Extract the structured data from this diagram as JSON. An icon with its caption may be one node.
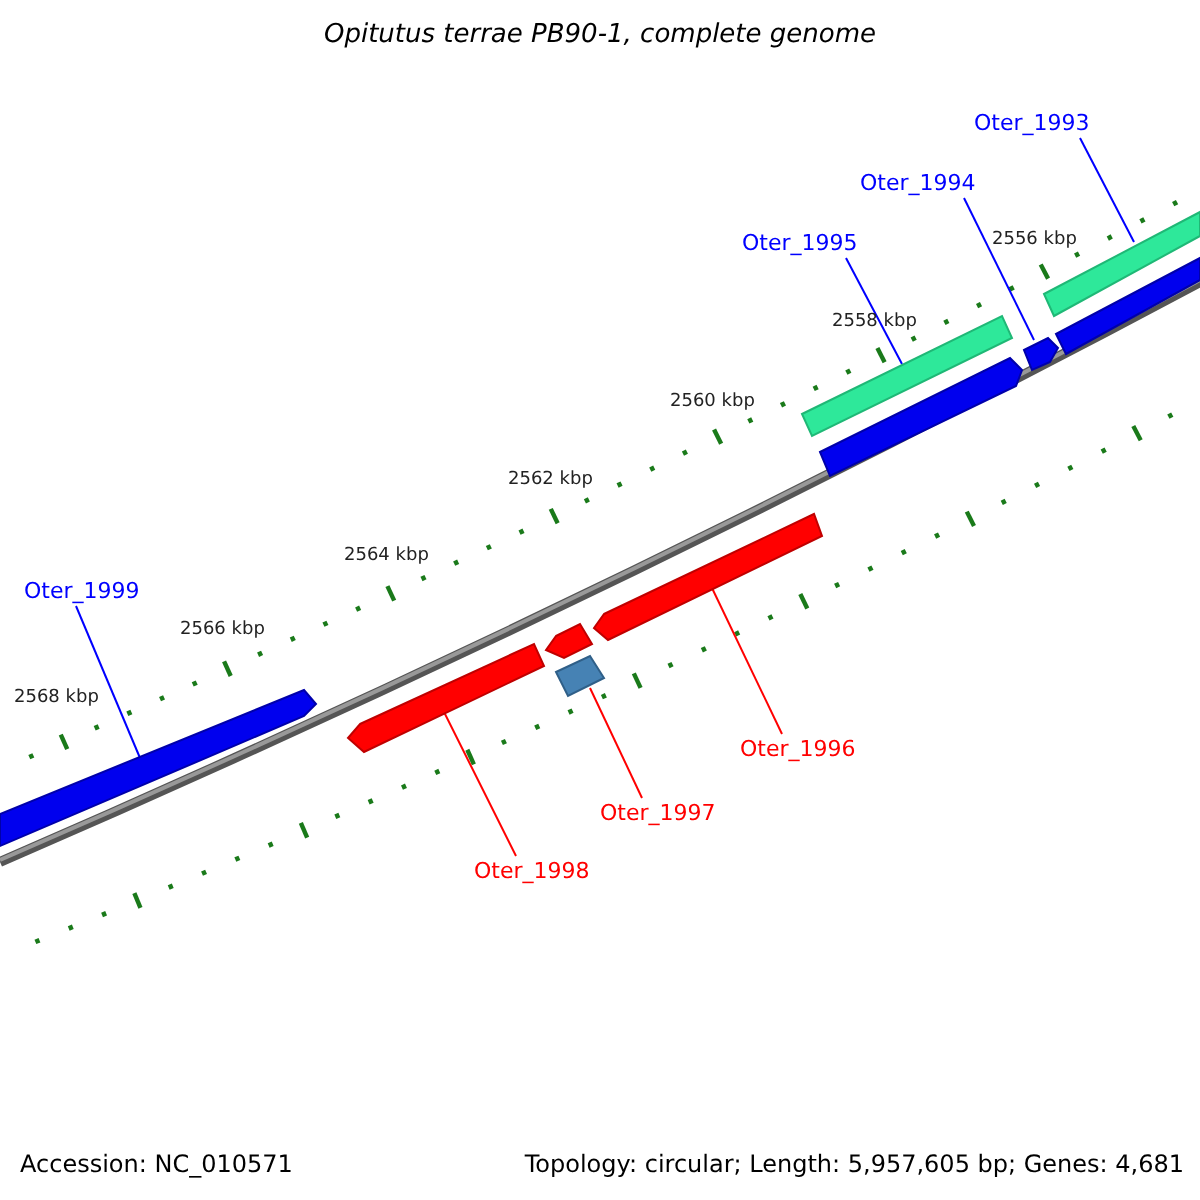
{
  "diagram": {
    "title": "Opitutus terrae PB90-1, complete genome",
    "nodes": [
      {
        "text": [
          "Oter_1993"
        ]
      },
      {
        "text": [
          "Oter_1994"
        ]
      },
      {
        "text": [
          "Oter_1995"
        ]
      },
      {
        "text": [
          "Oter_1999"
        ]
      },
      {
        "text": [
          "Oter_1996"
        ]
      },
      {
        "text": [
          "Oter_1997"
        ]
      },
      {
        "text": [
          "Oter_1998"
        ]
      },
      {
        "text": [],
        "shape": "bar"
      },
      {
        "text": [],
        "shape": "bar"
      },
      {
        "text": [],
        "shape": "bar"
      },
      {
        "text": [],
        "shape": "bar"
      },
      {
        "text": [],
        "shape": "bar"
      },
      {
        "text": [],
        "shape": "bar"
      },
      {
        "text": [],
        "shape": "bar"
      },
      {
        "text": [],
        "shape": "bar"
      },
      {
        "text": [],
        "shape": "bar"
      },
      {
        "text": [],
        "shape": "bar"
      }
    ],
    "edges": [
      {
        "from": 0,
        "to": 7,
        "arrow": "none"
      },
      {
        "from": 1,
        "to": 10,
        "arrow": "none"
      },
      {
        "from": 2,
        "to": 8,
        "arrow": "none"
      },
      {
        "from": 3,
        "to": 15,
        "arrow": "none"
      },
      {
        "from": 4,
        "to": 12,
        "arrow": "none",
        "color": "#ff0000"
      },
      {
        "from": 5,
        "to": 14,
        "arrow": "none",
        "color": "#ff0000"
      },
      {
        "from": 6,
        "to": 16,
        "arrow": "none",
        "color": "#ff0000"
      }
    ],
    "labels": [
      "2556 kbp",
      "2558 kbp",
      "2560 kbp",
      "2562 kbp",
      "2564 kbp",
      "2566 kbp",
      "2568 kbp",
      "Accession: NC_010571",
      "Topology: circular; Length: 5,957,605 bp; Genes: 4,681"
    ]
  }
}
